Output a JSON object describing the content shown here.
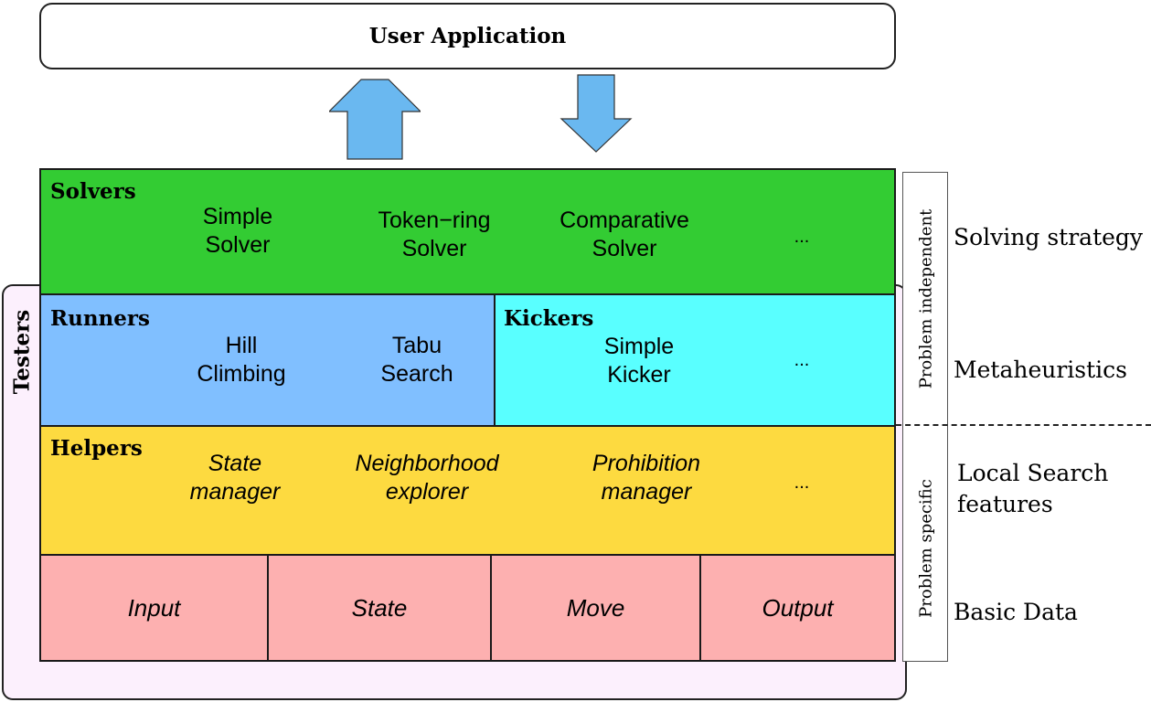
{
  "user_application": "User Application",
  "testers": "Testers",
  "solvers": {
    "title": "Solvers",
    "items": [
      [
        "Simple",
        "Solver"
      ],
      [
        "Token−ring",
        "Solver"
      ],
      [
        "Comparative",
        "Solver"
      ]
    ],
    "more": "..."
  },
  "runners": {
    "title": "Runners",
    "items": [
      [
        "Hill",
        "Climbing"
      ],
      [
        "Tabu",
        "Search"
      ]
    ]
  },
  "kickers": {
    "title": "Kickers",
    "items": [
      [
        "Simple",
        "Kicker"
      ]
    ],
    "more": "..."
  },
  "helpers": {
    "title": "Helpers",
    "items": [
      [
        "State",
        "manager"
      ],
      [
        "Neighborhood",
        "explorer"
      ],
      [
        "Prohibition",
        "manager"
      ]
    ],
    "more": "..."
  },
  "basic_data": [
    "Input",
    "State",
    "Move",
    "Output"
  ],
  "side": {
    "problem_independent": "Problem independent",
    "problem_specific": "Problem specific"
  },
  "right_labels": {
    "solving_strategy": "Solving strategy",
    "metaheuristics": "Metaheuristics",
    "local_search": [
      "Local Search",
      "features"
    ],
    "basic_data": "Basic Data"
  },
  "colors": {
    "solvers": "#33cc33",
    "runners": "#80bfff",
    "kickers": "#59ffff",
    "helpers": "#fdda40",
    "basic_data": "#fdb0b0",
    "testers": "#fcf0fd",
    "arrows": "#6ab8f0"
  },
  "icons": [
    "arrow-up-icon",
    "arrow-down-icon"
  ]
}
